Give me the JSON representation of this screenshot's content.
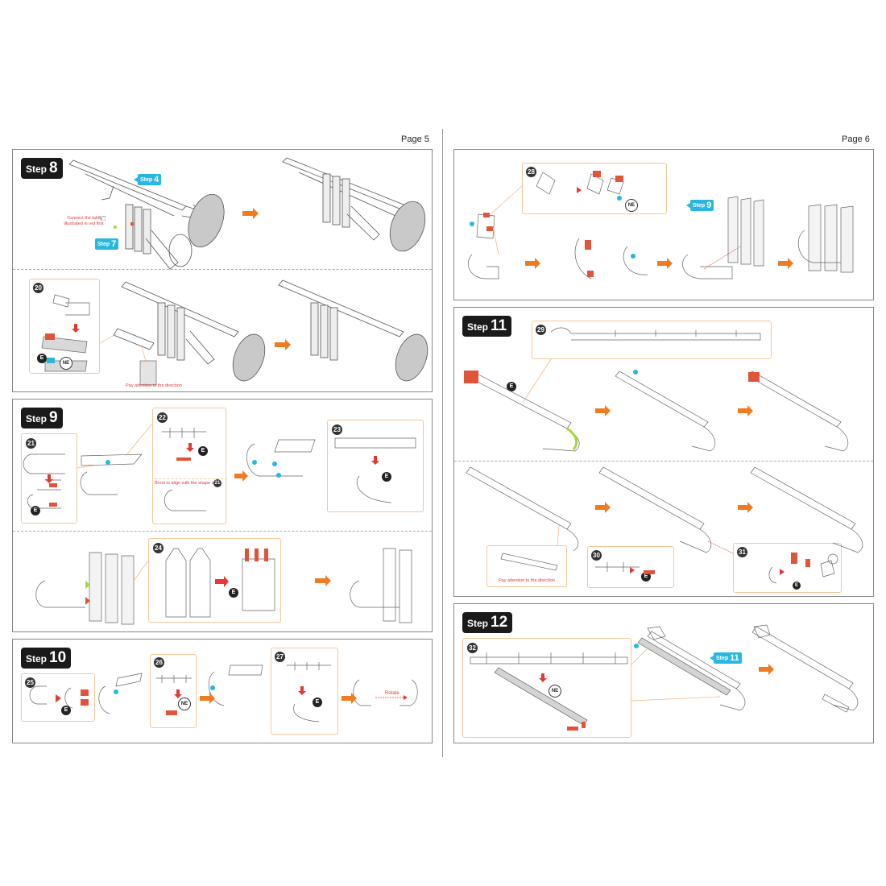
{
  "pages": {
    "left": "Page 5",
    "right": "Page 6"
  },
  "steps": {
    "s8": {
      "word": "Step",
      "num": "8"
    },
    "s9": {
      "word": "Step",
      "num": "9"
    },
    "s10": {
      "word": "Step",
      "num": "10"
    },
    "s11": {
      "word": "Step",
      "num": "11"
    },
    "s12": {
      "word": "Step",
      "num": "12"
    }
  },
  "refs": {
    "r4": "4",
    "r7": "7",
    "r9": "9",
    "r11": "11"
  },
  "sub": [
    "20",
    "21",
    "22",
    "23",
    "24",
    "25",
    "26",
    "27",
    "28",
    "29",
    "30",
    "31",
    "32"
  ],
  "notes": {
    "connect": "Connect the tabs illustrated in red first",
    "attention": "Pay attention to the direction",
    "bend": "Bend to align with the shape of",
    "rotate": "Rotate"
  },
  "badges": {
    "e": "E",
    "ne": "NE"
  },
  "colors": {
    "accent_blue": "#28b7e0",
    "arrow_orange": "#f07c22",
    "highlight_red": "#e0553a",
    "highlight_green": "#a8d63c"
  }
}
